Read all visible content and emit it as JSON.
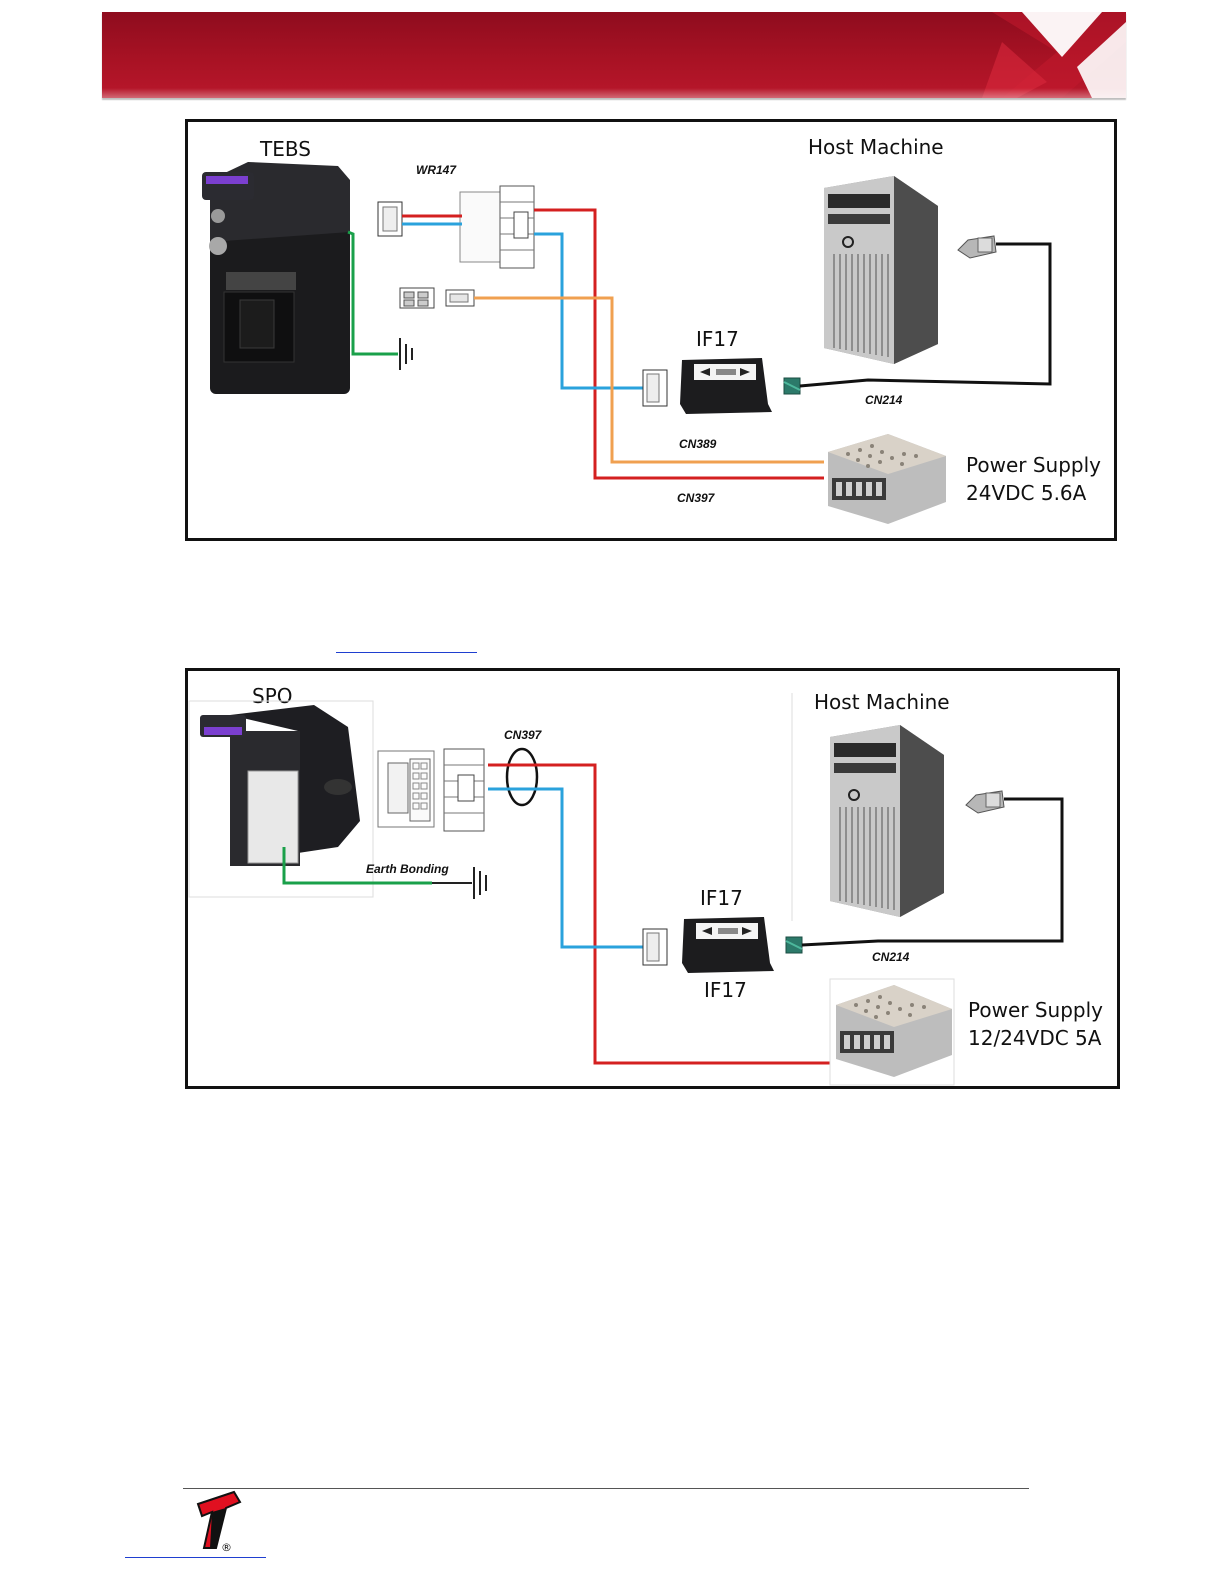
{
  "diagram1": {
    "device_label": "TEBS",
    "host_label": "Host Machine",
    "interface_label": "IF17",
    "harness_label": "WR147",
    "usb_cable_label": "CN214",
    "power_cable_label": "CN389",
    "data_cable_label": "CN397",
    "psu_line1": "Power Supply",
    "psu_line2": "24VDC 5.6A"
  },
  "diagram2": {
    "device_label": "SPO",
    "host_label": "Host Machine",
    "interface_label_top": "IF17",
    "interface_label_bottom": "IF17",
    "cable_label": "CN397",
    "earth_label": "Earth Bonding",
    "usb_cable_label": "CN214",
    "psu_line1": "Power Supply",
    "psu_line2": "12/24VDC 5A"
  },
  "colors": {
    "banner_red": "#a81224",
    "wire_red": "#d42020",
    "wire_blue": "#2aa2dc",
    "wire_orange": "#f0a050",
    "wire_green": "#1aa04a",
    "logo_red": "#e01020"
  },
  "footer": {
    "logo_icon": "brand-t-logo-icon",
    "registered_mark": "®"
  }
}
